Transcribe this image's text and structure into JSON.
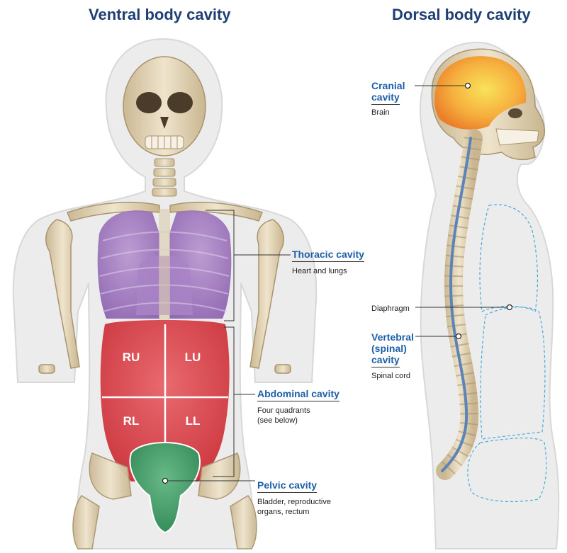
{
  "titles": {
    "ventral": "Ventral body cavity",
    "dorsal": "Dorsal body cavity"
  },
  "ventral": {
    "thoracic": {
      "name": "Thoracic cavity",
      "desc": "Heart and lungs"
    },
    "abdominal": {
      "name": "Abdominal cavity",
      "desc_line1": "Four quadrants",
      "desc_line2": "(see below)"
    },
    "pelvic": {
      "name": "Pelvic cavity",
      "desc_line1": "Bladder, reproductive",
      "desc_line2": "organs, rectum"
    },
    "quadrants": [
      "RU",
      "LU",
      "RL",
      "LL"
    ]
  },
  "dorsal": {
    "cranial": {
      "name_line1": "Cranial",
      "name_line2": "cavity",
      "desc": "Brain"
    },
    "diaphragm": "Diaphragm",
    "vertebral": {
      "name_line1": "Vertebral",
      "name_line2": "(spinal)",
      "name_line3": "cavity",
      "desc": "Spinal cord"
    }
  },
  "colors": {
    "title": "#1f3f73",
    "label": "#1d5fa8",
    "thoracic": "#9b6fb8",
    "abdominal": "#d9434a",
    "pelvic": "#3f9b62",
    "cranial": "#f5a23a",
    "spinal": "#5b84b8",
    "bone": "#e6d8bc"
  }
}
